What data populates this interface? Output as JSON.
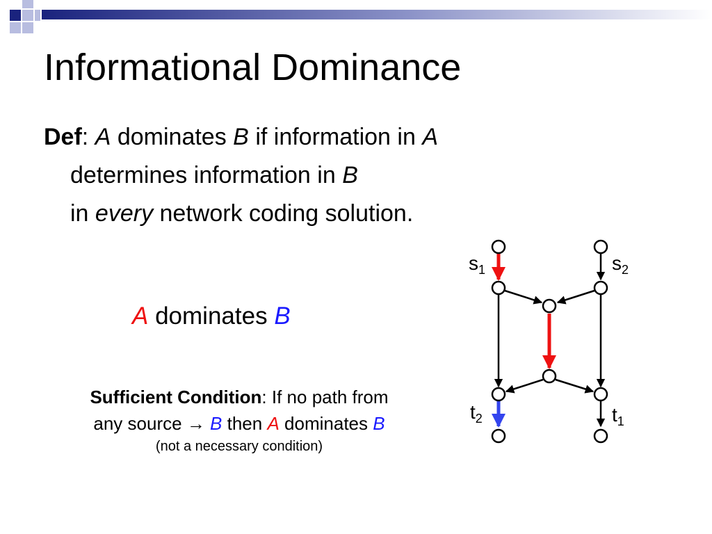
{
  "title": "Informational Dominance",
  "def": {
    "label": "Def",
    "colon": ":",
    "A": "A",
    "dominates": "dominates",
    "B": "B",
    "if_info": "if information in",
    "A2": "A",
    "determines": "determines information in",
    "B2": "B",
    "in": "in",
    "every": "every",
    "rest": "network coding solution."
  },
  "statement": {
    "A": "A",
    "dominates": "dominates",
    "B": "B"
  },
  "sufficient": {
    "label": "Sufficient Condition",
    "colon": ":",
    "text1": "If no path from",
    "text2": "any source",
    "arrow": "→",
    "B": "B",
    "then": "then",
    "A": "A",
    "dominates": "dominates",
    "B2": "B",
    "note": "(not a necessary condition)"
  },
  "diagram": {
    "s1": "s",
    "s1_sub": "1",
    "s2": "s",
    "s2_sub": "2",
    "t1": "t",
    "t1_sub": "1",
    "t2": "t",
    "t2_sub": "2"
  },
  "colors": {
    "red": "#ee1111",
    "blue": "#1a1aff",
    "navy": "#1a237e",
    "edge_blue": "#3344ee"
  }
}
